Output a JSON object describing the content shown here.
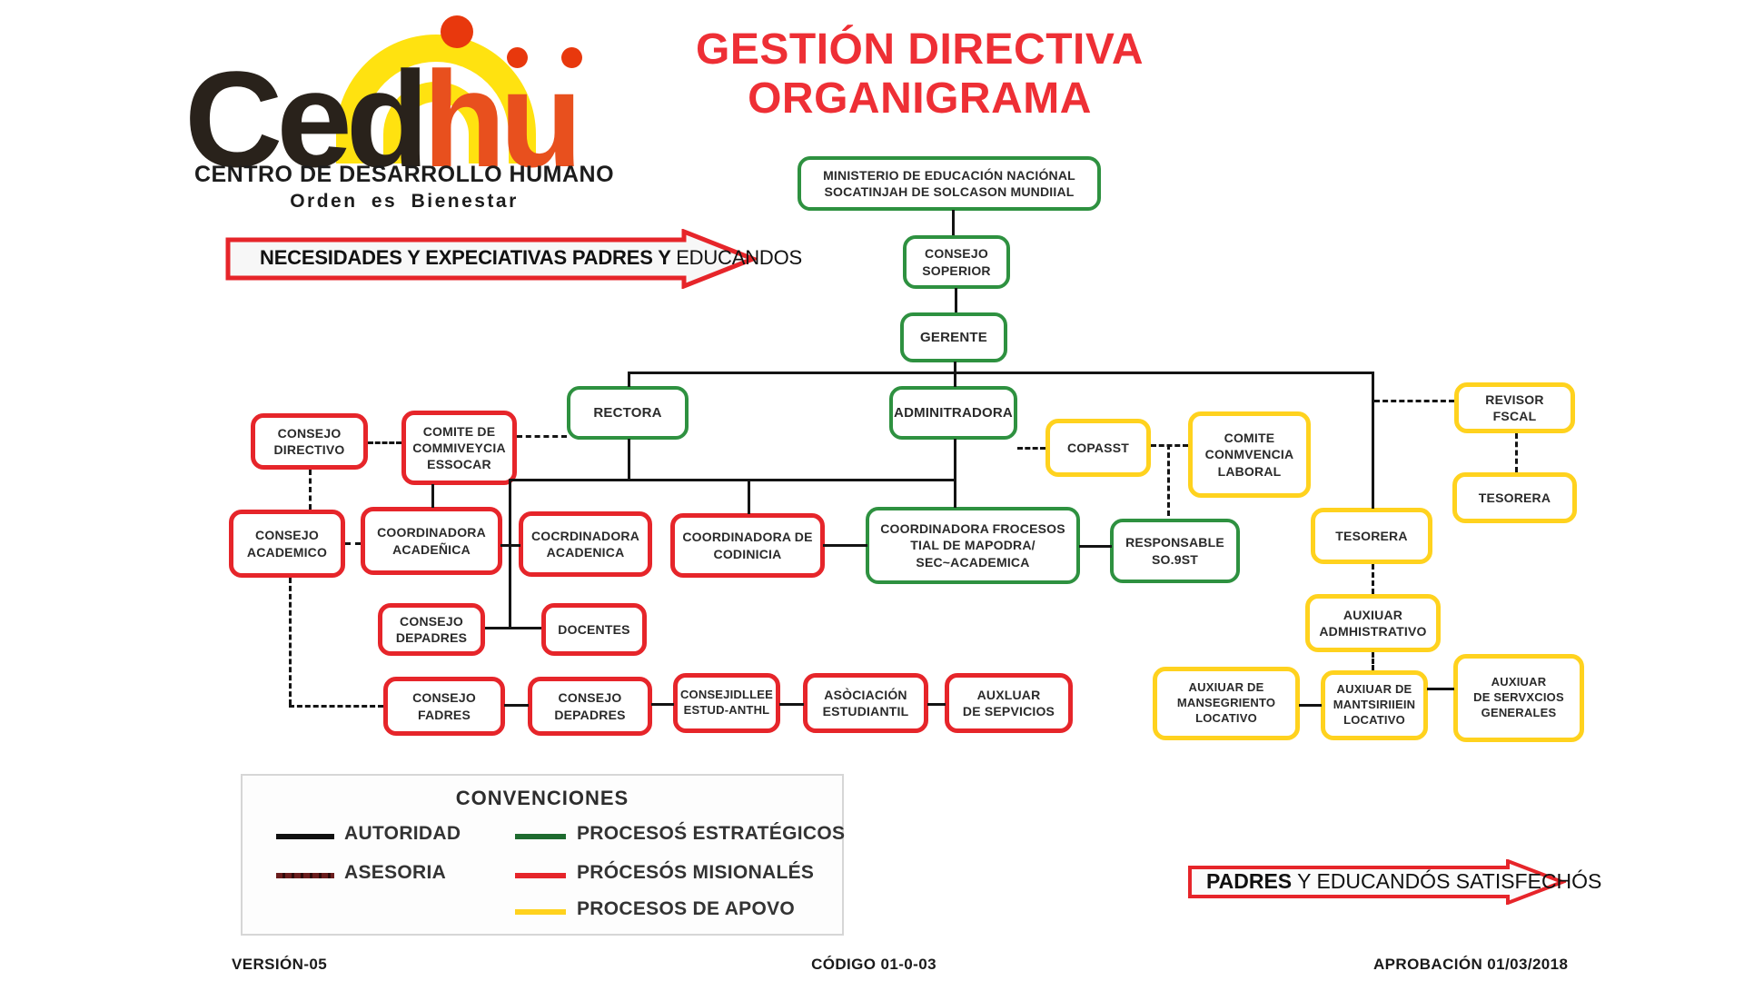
{
  "logo": {
    "brand_black": "Ced",
    "brand_h": "h",
    "brand_u": "u",
    "subtitle": "CENTRO DE DESARROLLO HUMANO",
    "tagline": "Orden es Bienestar"
  },
  "title": {
    "line1": "GESTIÓN DIRECTIVA",
    "line2": "ORGANIGRAMA"
  },
  "arrows": {
    "input": {
      "bold": "NECESIDADES Y EXPECIATIVAS PADRES Y ",
      "regular": "EDUCANDOS"
    },
    "output": {
      "bold": "PADRES",
      "regular": " Y EDUCANDÓS SATISFECHÓS"
    }
  },
  "nodes": {
    "ministerio": "MINISTERIO DE EDUCACIÓN NACIÓNAL\nSOCATINJAH DE SOLCASON MUNDIIAL",
    "consejo_soperior": "CONSEJO\nSOPERIOR",
    "gerente": "GERENTE",
    "rectora": "RECTORA",
    "adminitradora": "ADMINITRADORA",
    "consejo_directivo": "CONSEJO\nDIRECTIVO",
    "comite_convivencia_escolar": "COMITE DE\nCOMMIVEYCIA\nESSOCAR",
    "copasst": "COPASST",
    "comite_convivencia_laboral": "COMITE\nCONMVENCIA\nLABORAL",
    "revisor_fiscal": "REVISOR\nFSCAL",
    "tesorera_externa": "TESORERA",
    "consejo_academico": "CONSEJO\nACADEMICO",
    "coordinadora_academica_1": "COORDINADORA\nACADEÑICA",
    "coordinadora_academica_2": "COCRDINADORA\nACADENICA",
    "coordinadora_convivencia": "COORDINADORA DE\nCODINICIA",
    "coordinadora_procesos": "COORDINADORA FROCESOS\nTIAL DE MAPODRA/\nSEC~ACADEMICA",
    "responsable_sgsst": "RESPONSABLE\nSO.9ST",
    "tesorera": "TESORERA",
    "consejo_depadres_1": "CONSEJO\nDEPADRES",
    "docentes": "DOCENTES",
    "auxiliar_administrativo": "AUXIUAR\nADMHISTRATIVO",
    "consejo_fadres": "CONSEJO\nFADRES",
    "consejo_depadres_2": "CONSEJO\nDEPADRES",
    "consejo_estudiantil": "CONSEJIDLLEE\nESTUD-ANTHL",
    "asociacion_estudiantil": "ASÒCIACIÓN\nESTUDIANTIL",
    "auxiliar_servicios": "AUXLUAR\nDE SEPVICIOS",
    "aux_mantenimiento_1": "AUXIUAR DE\nMANSEGRIENTO\nLOCATIVO",
    "aux_mantenimiento_2": "AUXIUAR DE\nMANTSIRIIEIN\nLOCATIVO",
    "aux_servicios_generales": "AUXIUAR\nDE SERVXCIOS\nGENERALES"
  },
  "legend": {
    "title": "CONVENCIONES",
    "items": [
      {
        "label": "AUTORIDAD",
        "color": "#111111"
      },
      {
        "label": "ASESORIA",
        "color": "#6b1d1d"
      },
      {
        "label": "PROCESOŚ ESTRATÉGICOS",
        "color": "#1e6b2f"
      },
      {
        "label": "PRÓCESÓS MISIONALÉS",
        "color": "#e6252a"
      },
      {
        "label": "PROCESOS DE APOVO",
        "color": "#ffd21e"
      }
    ]
  },
  "footer": {
    "version": "VERSIÓN-05",
    "code": "CÓDIGO 01-0-03",
    "approval": "APROBACIÓN 01/03/2018"
  },
  "colors": {
    "estrategico": "#2e9140",
    "misional": "#e6252a",
    "apoyo": "#ffd21e",
    "titulo": "#ee2f35"
  }
}
